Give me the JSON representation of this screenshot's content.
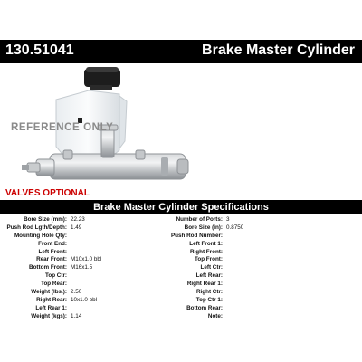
{
  "header": {
    "part_number": "130.51041",
    "product_name": "Brake Master Cylinder"
  },
  "image": {
    "watermark": "REFERENCE ONLY",
    "valves_note": "VALVES OPTIONAL"
  },
  "specs": {
    "title": "Brake Master Cylinder Specifications",
    "left": [
      {
        "label": "Bore Size (mm):",
        "value": "22.23"
      },
      {
        "label": "Push Rod Lgth/Depth:",
        "value": "1.49"
      },
      {
        "label": "Mounting Hole Qty:",
        "value": ""
      },
      {
        "label": "Front End:",
        "value": ""
      },
      {
        "label": "Left Front:",
        "value": ""
      },
      {
        "label": "Rear Front:",
        "value": "M10x1.0 bbl"
      },
      {
        "label": "Bottom Front:",
        "value": "M16x1.5"
      },
      {
        "label": "Top Ctr:",
        "value": ""
      },
      {
        "label": "Top Rear:",
        "value": ""
      },
      {
        "label": "Weight (lbs.):",
        "value": "2.50"
      },
      {
        "label": "Right Rear:",
        "value": "10x1.0 bbl"
      },
      {
        "label": "Left Rear 1:",
        "value": ""
      },
      {
        "label": "Weight (kgs):",
        "value": "1.14"
      }
    ],
    "right": [
      {
        "label": "Number of Ports:",
        "value": "3"
      },
      {
        "label": "Bore Size (in):",
        "value": "0.8750"
      },
      {
        "label": "Push Rod Number:",
        "value": ""
      },
      {
        "label": "Left Front 1:",
        "value": ""
      },
      {
        "label": "Right Front:",
        "value": ""
      },
      {
        "label": "Top Front:",
        "value": ""
      },
      {
        "label": "Left Ctr:",
        "value": ""
      },
      {
        "label": "Left Rear:",
        "value": ""
      },
      {
        "label": "Right Rear 1:",
        "value": ""
      },
      {
        "label": "Right Ctr:",
        "value": ""
      },
      {
        "label": "Top Ctr 1:",
        "value": ""
      },
      {
        "label": "Bottom Rear:",
        "value": ""
      },
      {
        "label": "Note:",
        "value": ""
      }
    ]
  }
}
